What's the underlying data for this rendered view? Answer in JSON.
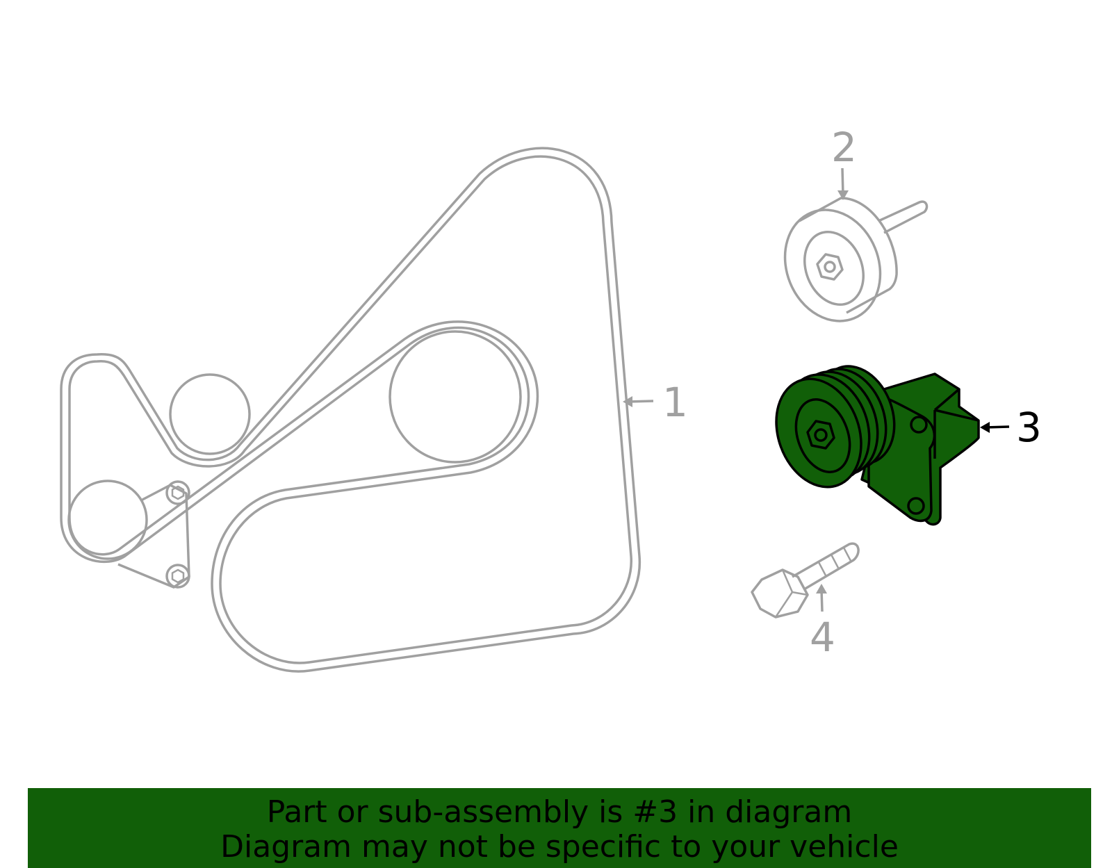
{
  "callouts": {
    "part1": "1",
    "part2": "2",
    "part3": "3",
    "part4": "4"
  },
  "footer": {
    "line1": "Part or sub-assembly is #3 in diagram",
    "line2": "Diagram may not be specific to your vehicle"
  },
  "colors": {
    "highlight_fill": "#115f08",
    "line_gray": "#a0a0a0",
    "line_black": "#000000",
    "footer_bg": "#115f08"
  }
}
